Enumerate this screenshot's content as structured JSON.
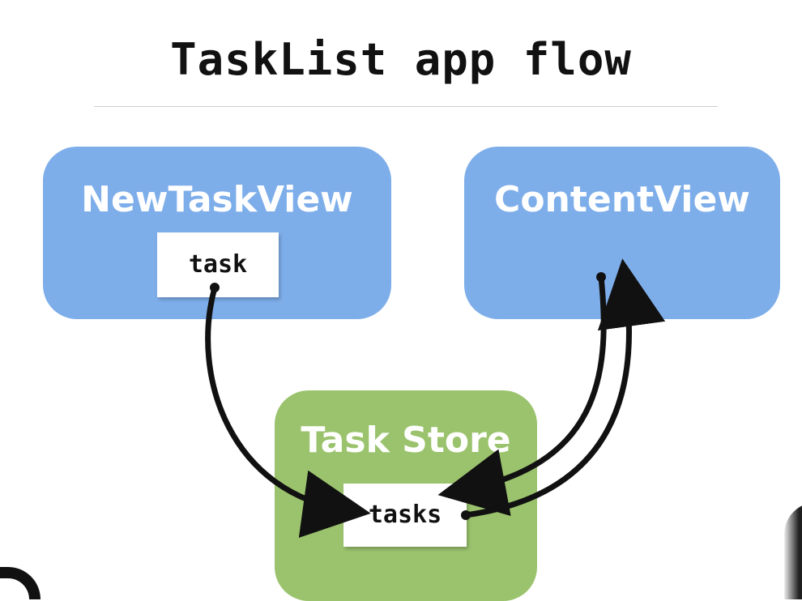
{
  "title": "TaskList app flow",
  "boxes": {
    "new_task_view": {
      "label": "NewTaskView",
      "chip": "task",
      "color": "#7eaeea"
    },
    "content_view": {
      "label": "ContentView",
      "color": "#7eaeea"
    },
    "task_store": {
      "label": "Task Store",
      "chip": "tasks",
      "color": "#9bc36d"
    }
  },
  "edges": [
    {
      "from": "task",
      "to": "tasks"
    },
    {
      "from": "tasks",
      "to": "ContentView"
    },
    {
      "from": "ContentView",
      "to": "tasks"
    }
  ]
}
